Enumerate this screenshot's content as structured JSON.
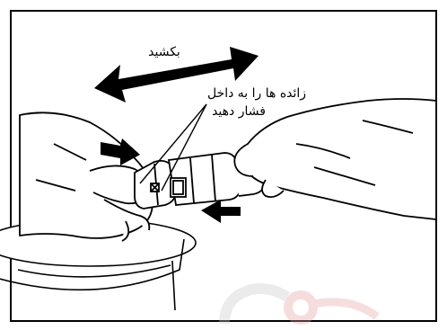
{
  "labels": {
    "pull": "بکشید",
    "push_line1": "زائده ها را به داخل",
    "push_line2": "فشار دهید"
  },
  "colors": {
    "ink": "#000000",
    "frame": "#000000",
    "watermark": "#d9534f"
  }
}
